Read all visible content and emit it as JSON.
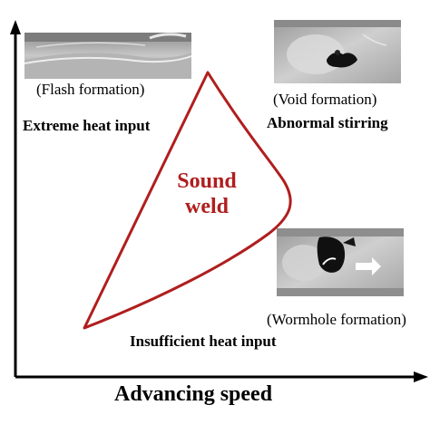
{
  "axes": {
    "x_title": "Advancing speed",
    "y_title": ""
  },
  "region": {
    "line1": "Sound",
    "line2": "weld",
    "color": "#b01e1e"
  },
  "regions": {
    "top_left": {
      "caption": "(Flash formation)",
      "heading": "Extreme heat input"
    },
    "top_right": {
      "caption": "(Void formation)",
      "heading": "Abnormal stirring"
    },
    "right": {
      "caption": "(Wormhole formation)"
    },
    "bottom": {
      "heading": "Insufficient heat input"
    }
  }
}
